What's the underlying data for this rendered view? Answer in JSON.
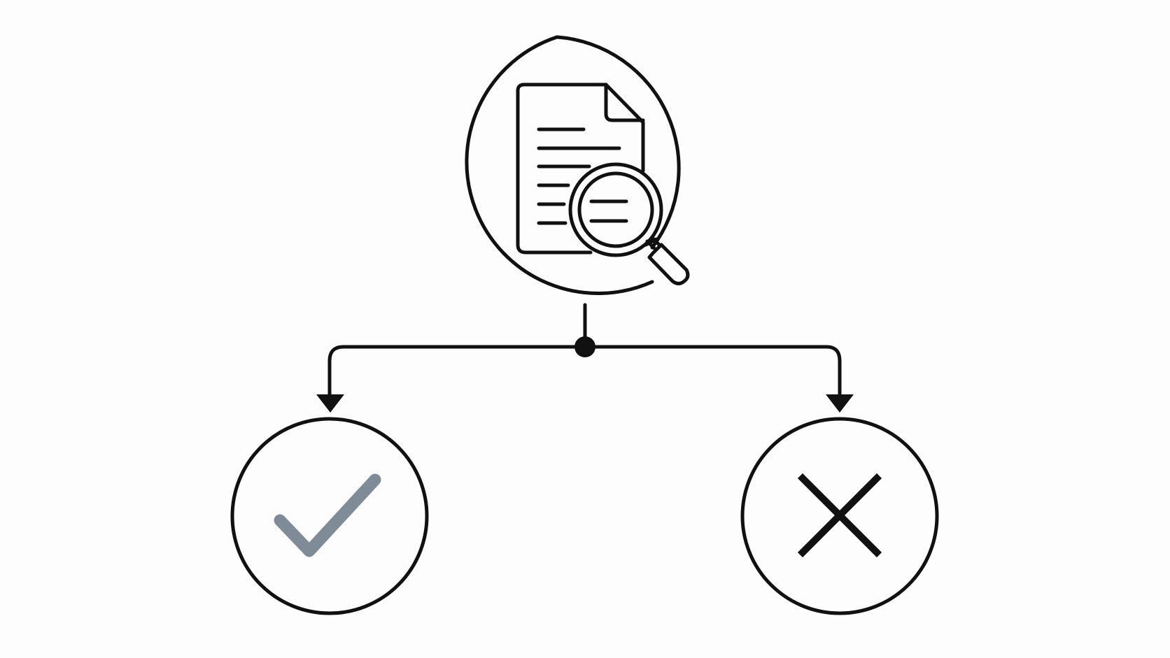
{
  "colors": {
    "background": "#fdfdfd",
    "stroke": "#111111",
    "check": "#7f8b96",
    "cross": "#111111"
  },
  "nodes": [
    {
      "id": "review",
      "icon": "document-search-icon",
      "role": "source"
    },
    {
      "id": "approve",
      "icon": "checkmark-icon",
      "role": "outcome"
    },
    {
      "id": "reject",
      "icon": "cross-icon",
      "role": "outcome"
    }
  ],
  "edges": [
    {
      "from": "review",
      "to": "approve",
      "arrow": true
    },
    {
      "from": "review",
      "to": "reject",
      "arrow": true
    }
  ],
  "junction": {
    "icon": "junction-dot"
  }
}
